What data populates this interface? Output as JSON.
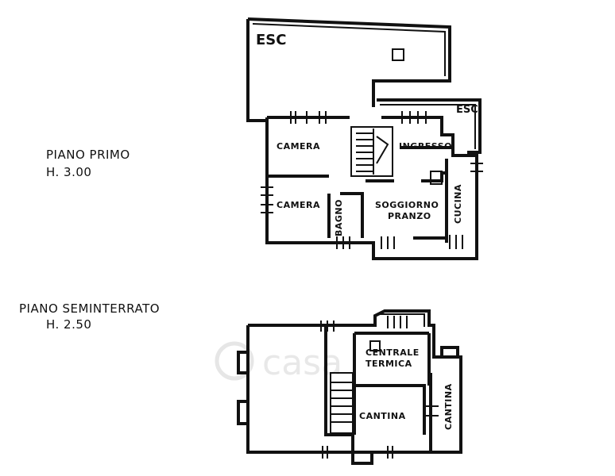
{
  "watermark": "casa",
  "floors": [
    {
      "name": "PIANO PRIMO",
      "height": "H. 3.00",
      "rooms": [
        "ESC",
        "ESC",
        "CAMERA",
        "INGRESSO",
        "CAMERA",
        "BAGNO",
        "SOGGIORNO",
        "PRANZO",
        "CUCINA"
      ]
    },
    {
      "name": "PIANO SEMINTERRATO",
      "height": "H. 2.50",
      "rooms": [
        "CENTRALE",
        "TERMICA",
        "CANTINA",
        "CANTINA"
      ]
    }
  ]
}
